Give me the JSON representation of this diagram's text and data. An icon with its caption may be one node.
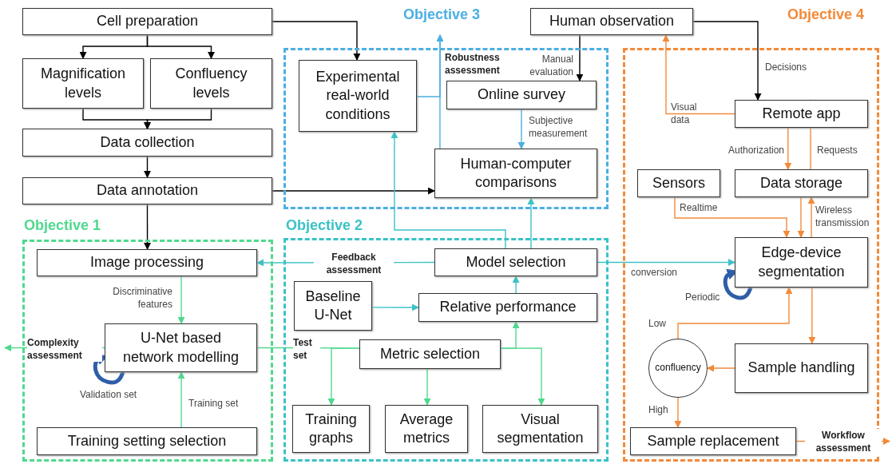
{
  "diagram": {
    "nodes": [
      {
        "text": [
          "Cell preparation"
        ]
      },
      {
        "text": [
          "Magnification levels"
        ]
      },
      {
        "text": [
          "Confluency levels"
        ]
      },
      {
        "text": [
          "Data collection"
        ]
      },
      {
        "text": [
          "Data annotation"
        ]
      },
      {
        "text": [
          "Objective 3"
        ]
      },
      {
        "text": [
          "Experimental real-world conditions"
        ],
        "in": 5
      },
      {
        "text": [
          "Online survey"
        ],
        "in": 5
      },
      {
        "text": [
          "Human-computer comparisons"
        ],
        "in": 5
      },
      {
        "text": [
          "Human observation"
        ]
      },
      {
        "text": [
          "Objective 4"
        ]
      },
      {
        "text": [
          "Remote app"
        ],
        "in": 10
      },
      {
        "text": [
          "Sensors"
        ],
        "in": 10
      },
      {
        "text": [
          "Data storage"
        ],
        "in": 10
      },
      {
        "text": [
          "Edge-device segmentation"
        ],
        "in": 10
      },
      {
        "text": [
          "Sample handling"
        ],
        "in": 10
      },
      {
        "text": [
          "confluency"
        ],
        "in": 10
      },
      {
        "text": [
          "Sample replacement"
        ],
        "in": 10
      },
      {
        "text": [
          "Objective 1"
        ]
      },
      {
        "text": [
          "Image processing"
        ],
        "in": 18
      },
      {
        "text": [
          "U-Net based network modelling"
        ],
        "in": 18
      },
      {
        "text": [
          "Training setting selection"
        ],
        "in": 18
      },
      {
        "text": [
          "Objective 2"
        ]
      },
      {
        "text": [
          "Model selection"
        ],
        "in": 22
      },
      {
        "text": [
          "Baseline U-Net"
        ],
        "in": 22
      },
      {
        "text": [
          "Relative performance"
        ],
        "in": 22
      },
      {
        "text": [
          "Metric selection"
        ],
        "in": 22
      },
      {
        "text": [
          "Training graphs"
        ],
        "in": 22
      },
      {
        "text": [
          "Average metrics"
        ],
        "in": 22
      },
      {
        "text": [
          "Visual segmentation"
        ],
        "in": 22
      }
    ],
    "edges": [
      {
        "from": 0,
        "to": 1,
        "arrow": "to",
        "color": "#000000"
      },
      {
        "from": 0,
        "to": 2,
        "arrow": "to",
        "color": "#000000"
      },
      {
        "from": 1,
        "to": 3,
        "arrow": "to",
        "color": "#000000"
      },
      {
        "from": 2,
        "to": 3,
        "arrow": "to",
        "color": "#000000"
      },
      {
        "from": 3,
        "to": 4,
        "arrow": "to",
        "color": "#000000"
      },
      {
        "from": 0,
        "to": 6,
        "arrow": "to",
        "color": "#000000"
      },
      {
        "from": 4,
        "to": 8,
        "arrow": "to",
        "color": "#000000"
      },
      {
        "from": 4,
        "to": 19,
        "arrow": "to",
        "color": "#000000"
      },
      {
        "from": 9,
        "to": 7,
        "arrow": "to",
        "label": "Manual evaluation",
        "color": "#000000"
      },
      {
        "from": 9,
        "to": 11,
        "arrow": "to",
        "label": "Decisions",
        "color": "#000000"
      },
      {
        "from": 11,
        "to": 9,
        "arrow": "to",
        "label": "Visual data",
        "color": "#f28a3a"
      },
      {
        "from": 7,
        "to": 8,
        "arrow": "to",
        "label": "Subjective measurement",
        "color": "#4bafe1"
      },
      {
        "from": 8,
        "to": null,
        "arrow": "to",
        "label": "Robustness assessment",
        "color": "#4bafe1"
      },
      {
        "from": 6,
        "to": null,
        "arrow": "to",
        "color": "#4bafe1"
      },
      {
        "from": 11,
        "to": 13,
        "arrow": "to",
        "label": "Authorization",
        "color": "#f28a3a"
      },
      {
        "from": 13,
        "to": 11,
        "arrow": "to",
        "label": "Requests",
        "color": "#f28a3a"
      },
      {
        "from": 12,
        "to": 14,
        "arrow": "to",
        "label": "Realtime",
        "color": "#f28a3a"
      },
      {
        "from": 13,
        "to": 14,
        "arrow": "to",
        "color": "#f28a3a"
      },
      {
        "from": 14,
        "to": 13,
        "arrow": "to",
        "label": "Wireless transmission",
        "color": "#f28a3a"
      },
      {
        "from": 23,
        "to": 14,
        "arrow": "to",
        "label": "conversion",
        "color": "#3cc2c6"
      },
      {
        "from": 14,
        "to": 14,
        "arrow": "to",
        "label": "Periodic",
        "style": "thick",
        "color": "#2f5ea8"
      },
      {
        "from": 14,
        "to": 15,
        "arrow": "to",
        "color": "#f28a3a"
      },
      {
        "from": 15,
        "to": 16,
        "arrow": "to",
        "color": "#f28a3a"
      },
      {
        "from": 16,
        "to": 14,
        "arrow": "to",
        "label": "Low",
        "color": "#f28a3a"
      },
      {
        "from": 16,
        "to": 17,
        "arrow": "to",
        "label": "High",
        "color": "#f28a3a"
      },
      {
        "from": 17,
        "to": null,
        "arrow": "to",
        "label": "Workflow assessment",
        "color": "#f28a3a"
      },
      {
        "from": 19,
        "to": 20,
        "arrow": "to",
        "label": "Discriminative features",
        "color": "#4fd98e"
      },
      {
        "from": 21,
        "to": 20,
        "arrow": "to",
        "label": "Training set",
        "color": "#4fd98e"
      },
      {
        "from": 20,
        "to": null,
        "arrow": "to",
        "label": "Complexity assessment",
        "color": "#4fd98e"
      },
      {
        "from": 20,
        "to": 26,
        "arrow": "none",
        "label": "Test set",
        "color": "#4fd98e"
      },
      {
        "from": 26,
        "to": 27,
        "arrow": "to",
        "color": "#4fd98e"
      },
      {
        "from": 26,
        "to": 28,
        "arrow": "to",
        "color": "#4fd98e"
      },
      {
        "from": 26,
        "to": 29,
        "arrow": "to",
        "color": "#4fd98e"
      },
      {
        "from": 26,
        "to": 25,
        "arrow": "to",
        "color": "#4fd98e"
      },
      {
        "from": 24,
        "to": 25,
        "arrow": "to",
        "color": "#3cc2c6"
      },
      {
        "from": 25,
        "to": 23,
        "arrow": "to",
        "color": "#3cc2c6"
      },
      {
        "from": 23,
        "to": 19,
        "arrow": "to",
        "label": "Feedback assessment",
        "color": "#3cc2c6"
      },
      {
        "from": 23,
        "to": 6,
        "arrow": "to",
        "color": "#3cc2c6"
      },
      {
        "from": 23,
        "to": 8,
        "arrow": "to",
        "color": "#3cc2c6"
      },
      {
        "from": 20,
        "to": 20,
        "arrow": "to",
        "label": "Validation set",
        "style": "thick",
        "color": "#2f5ea8"
      }
    ]
  }
}
